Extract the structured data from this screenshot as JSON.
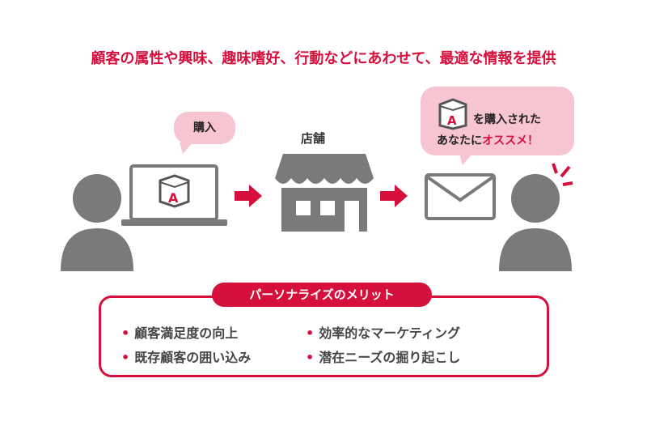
{
  "title": "顧客の属性や興味、趣味嗜好、行動などにあわせて、最適な情報を提供",
  "bubble_buy": "購入",
  "store_label": "店舗",
  "bubble_rec": {
    "line1": "を購入された",
    "line2a": "あなたに",
    "line2b": "オススメ！"
  },
  "product_letter": "A",
  "merits": {
    "heading": "パーソナライズのメリット",
    "items": [
      "顧客満足度の向上",
      "既存顧客の囲い込み",
      "効率的なマーケティング",
      "潜在ニーズの掘り起こし"
    ]
  },
  "colors": {
    "accent": "#d6103c",
    "gray": "#7a7a7a",
    "pink": "#f7c4d2"
  }
}
